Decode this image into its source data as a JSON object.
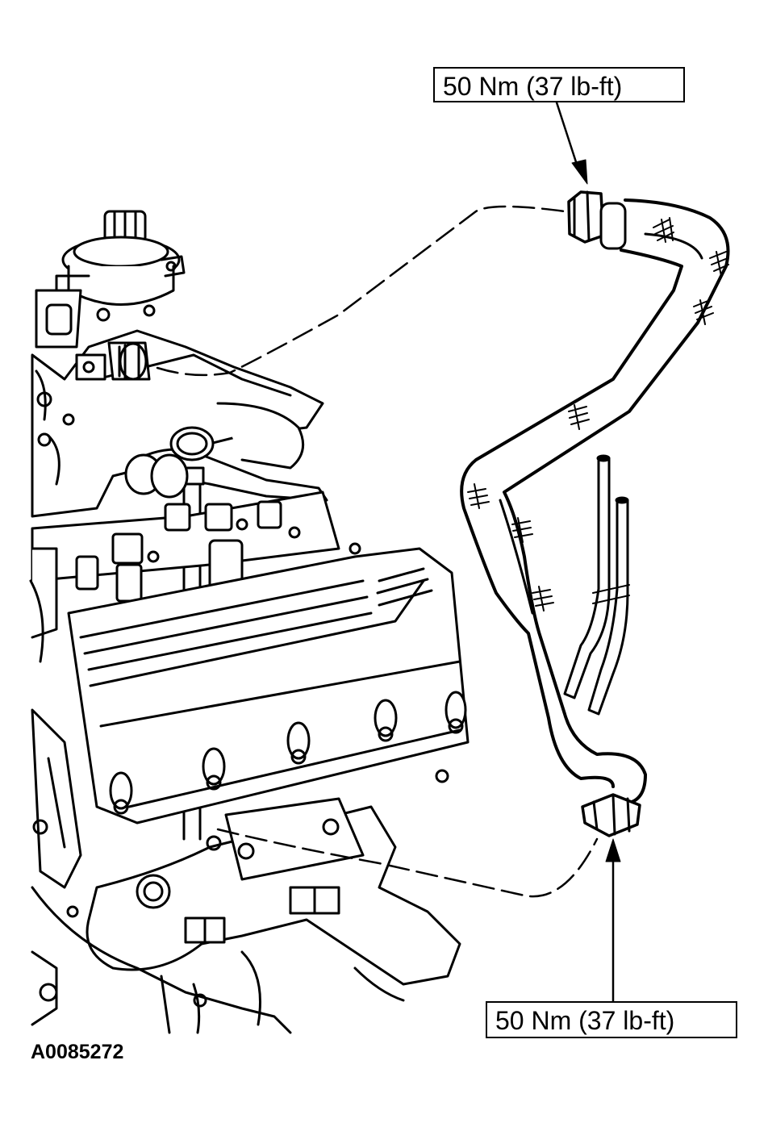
{
  "callouts": {
    "top_torque": "50 Nm (37 lb-ft)",
    "bottom_torque": "50 Nm (37 lb-ft)"
  },
  "figure": {
    "id": "A0085272"
  },
  "icons": [
    "engine-illustration",
    "egr-tube-illustration",
    "tube-nut-icon",
    "leader-arrow-icon"
  ],
  "colors": {
    "line": "#000000",
    "background": "#ffffff"
  }
}
